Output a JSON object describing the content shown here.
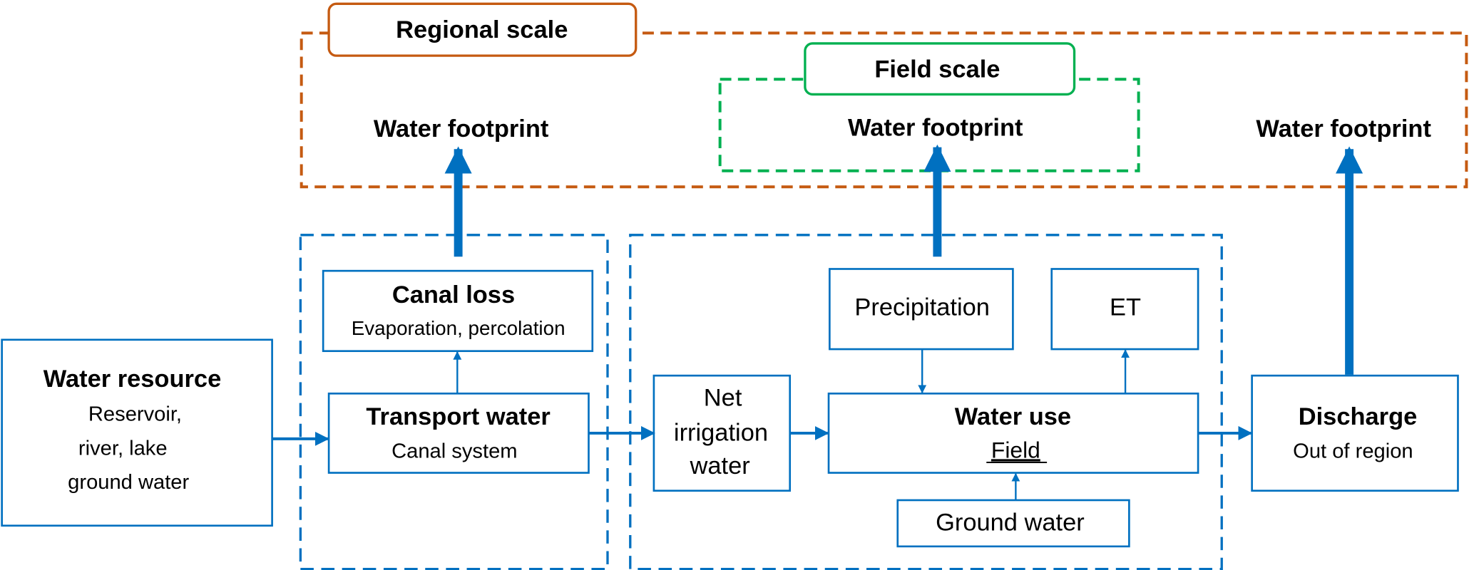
{
  "colors": {
    "flow": "#0070C0",
    "regional": "#C55A11",
    "field": "#00B050",
    "text": "#000000"
  },
  "scales": {
    "regional": "Regional scale",
    "field": "Field scale"
  },
  "footprints": {
    "left": "Water footprint",
    "center": "Water footprint",
    "right": "Water footprint"
  },
  "nodes": {
    "water_resource": {
      "title": "Water resource",
      "lines": [
        "Reservoir,",
        "river, lake",
        "ground water"
      ]
    },
    "canal_loss": {
      "title": "Canal loss",
      "subtitle": "Evaporation, percolation"
    },
    "transport_water": {
      "title": "Transport water",
      "subtitle": "Canal system"
    },
    "net_irrigation": {
      "lines": [
        "Net",
        "irrigation",
        "water"
      ]
    },
    "precipitation": {
      "label": "Precipitation"
    },
    "et": {
      "label": "ET"
    },
    "water_use": {
      "title": "Water use",
      "subtitle": "Field"
    },
    "ground_water": {
      "label": "Ground water"
    },
    "discharge": {
      "title": "Discharge",
      "subtitle": "Out of region"
    }
  }
}
